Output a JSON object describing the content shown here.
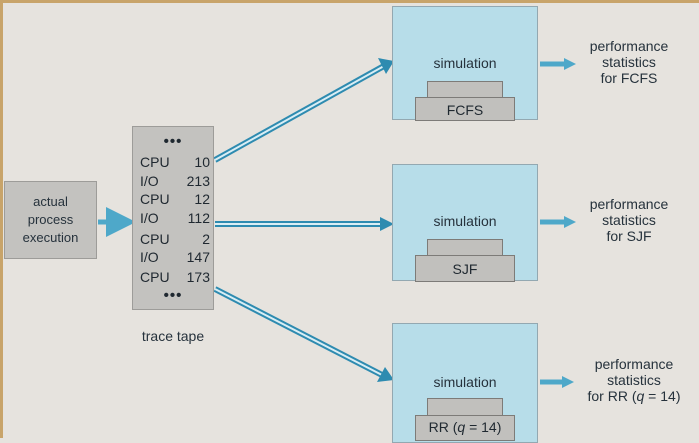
{
  "actual_process": {
    "lines": [
      "actual",
      "process",
      "execution"
    ]
  },
  "trace_tape": {
    "top_dots": "•••",
    "bottom_dots": "•••",
    "rows": [
      {
        "op": "CPU",
        "value": "10"
      },
      {
        "op": "I/O",
        "value": "213"
      },
      {
        "op": "CPU",
        "value": "12"
      },
      {
        "op": "I/O",
        "value": "112"
      },
      {
        "op": "CPU",
        "value": "2"
      },
      {
        "op": "I/O",
        "value": "147"
      },
      {
        "op": "CPU",
        "value": "173"
      }
    ],
    "caption": "trace tape"
  },
  "simulations": [
    {
      "label": "simulation",
      "algorithm": "FCFS",
      "stats": [
        "performance",
        "statistics",
        "for FCFS"
      ]
    },
    {
      "label": "simulation",
      "algorithm": "SJF",
      "stats": [
        "performance",
        "statistics",
        "for SJF"
      ]
    },
    {
      "label": "simulation",
      "algorithm_prefix": "RR (",
      "algorithm_var": "q",
      "algorithm_suffix": " = 14)",
      "stats": [
        "performance",
        "statistics"
      ],
      "stats_last_prefix": "for RR (",
      "stats_last_var": "q",
      "stats_last_suffix": " = 14)"
    }
  ],
  "colors": {
    "background": "#e6e3de",
    "simulation_fill": "#b7dde9",
    "arrow": "#2e8bb0",
    "tape_fill": "#c3c2bf"
  }
}
